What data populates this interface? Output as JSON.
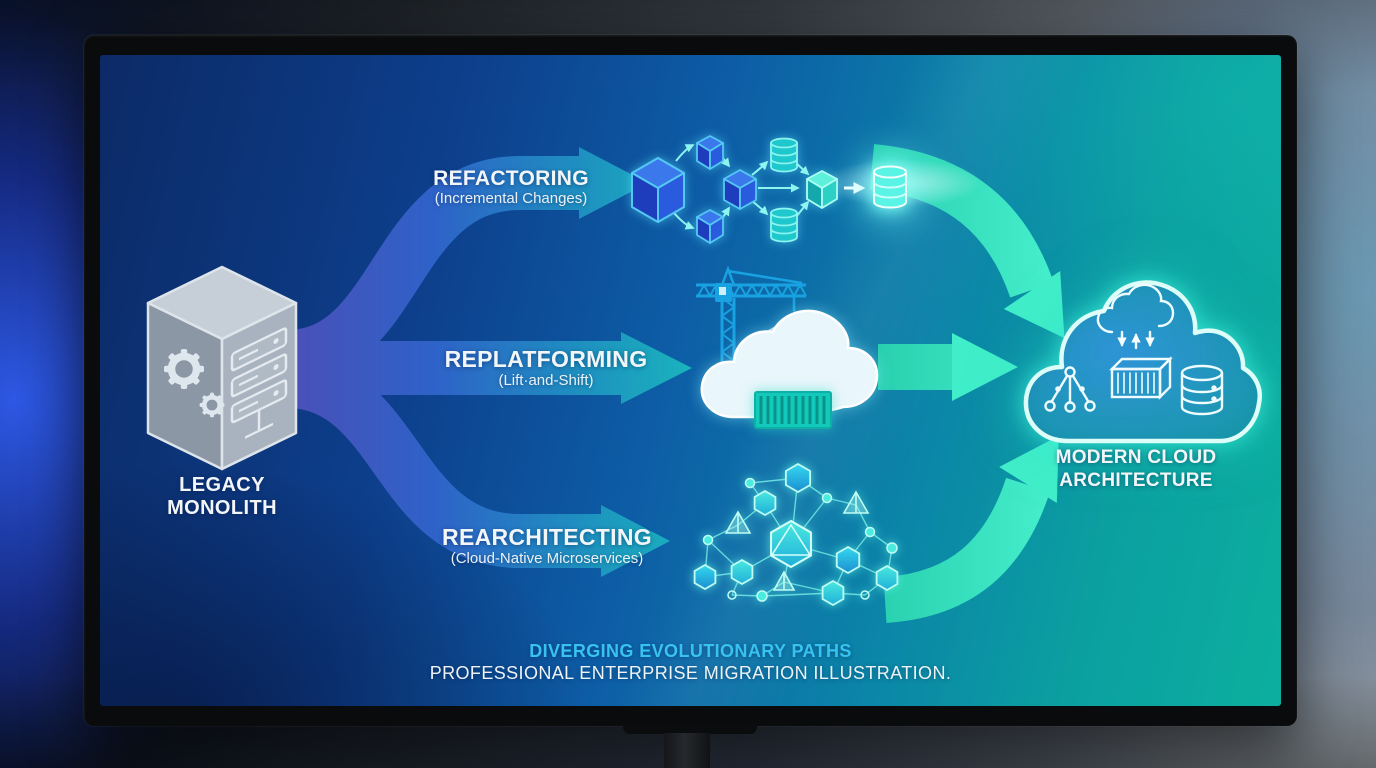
{
  "source": {
    "label_line1": "LEGACY",
    "label_line2": "MONOLITH"
  },
  "paths": [
    {
      "title": "REFACTORING",
      "subtitle": "(Incremental Changes)"
    },
    {
      "title": "REPLATFORMING",
      "subtitle": "(Lift·and-Shift)"
    },
    {
      "title": "REARCHITECTING",
      "subtitle": "(Cloud-Native Microservices)"
    }
  ],
  "destination": {
    "label_line1": "MODERN CLOUD",
    "label_line2": "ARCHITECTURE"
  },
  "caption": {
    "line1": "DIVERGING EVOLUTIONARY PATHS",
    "line2": "PROFESSIONAL ENTERPRISE MIGRATION ILLUSTRATION."
  },
  "colors": {
    "screen_blue": "#0d3f8c",
    "screen_teal": "#0caf9f",
    "arrow_indigo": "#4a50b8",
    "arrow_teal": "#19b6bd",
    "converge_mint": "#3ae8c4",
    "caption_cyan": "#38c2f2",
    "text_white": "#f2f6f9"
  }
}
